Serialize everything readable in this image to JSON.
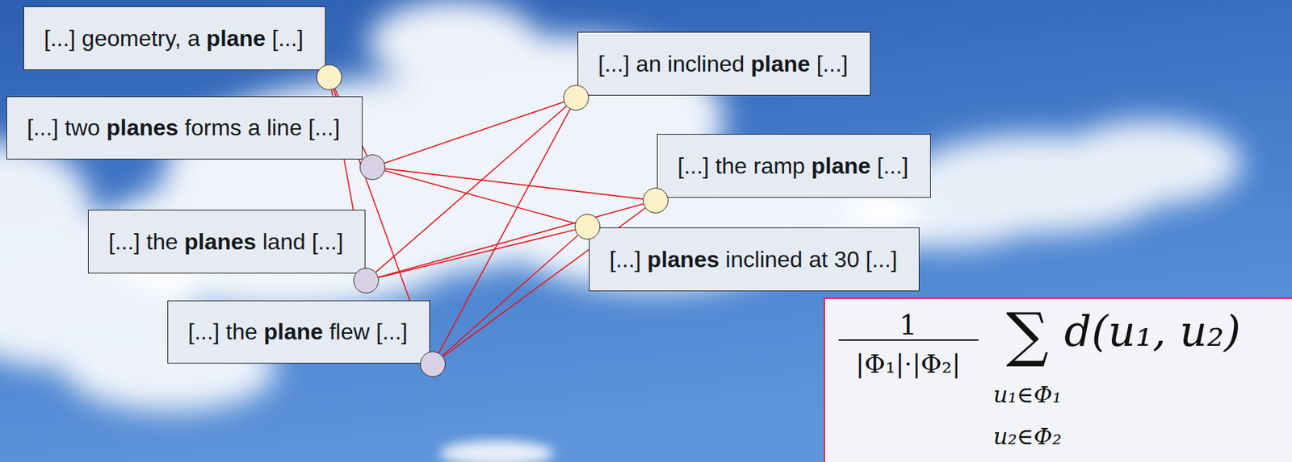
{
  "diagram": {
    "nodes": [
      {
        "text": [
          "[...] geometry, a plane [...]"
        ]
      },
      {
        "text": [
          "[...] an inclined plane [...]"
        ]
      },
      {
        "text": [
          "[...] two planes forms a line [...]"
        ]
      },
      {
        "text": [
          "[...] the ramp plane [...]"
        ]
      },
      {
        "text": [
          "[...] the planes land [...]"
        ]
      },
      {
        "text": [
          "[...] planes inclined at 30 [...]"
        ]
      },
      {
        "text": [
          "[...] the plane flew [...]"
        ]
      },
      {
        "text": [
          "1",
          "|Φ₁|·|Φ₂|",
          "∑",
          "u₁∈Φ₁",
          "u₂∈Φ₂",
          "d(u₁, u₂)"
        ]
      }
    ],
    "edges": [
      {
        "from": 0,
        "to": 2,
        "arrow": "none"
      },
      {
        "from": 0,
        "to": 4,
        "arrow": "none"
      },
      {
        "from": 0,
        "to": 6,
        "arrow": "none"
      },
      {
        "from": 1,
        "to": 2,
        "arrow": "none"
      },
      {
        "from": 1,
        "to": 4,
        "arrow": "none"
      },
      {
        "from": 1,
        "to": 6,
        "arrow": "none"
      },
      {
        "from": 3,
        "to": 2,
        "arrow": "none"
      },
      {
        "from": 3,
        "to": 4,
        "arrow": "none"
      },
      {
        "from": 3,
        "to": 6,
        "arrow": "none"
      },
      {
        "from": 5,
        "to": 2,
        "arrow": "none"
      },
      {
        "from": 5,
        "to": 4,
        "arrow": "none"
      },
      {
        "from": 5,
        "to": 6,
        "arrow": "none"
      }
    ]
  }
}
